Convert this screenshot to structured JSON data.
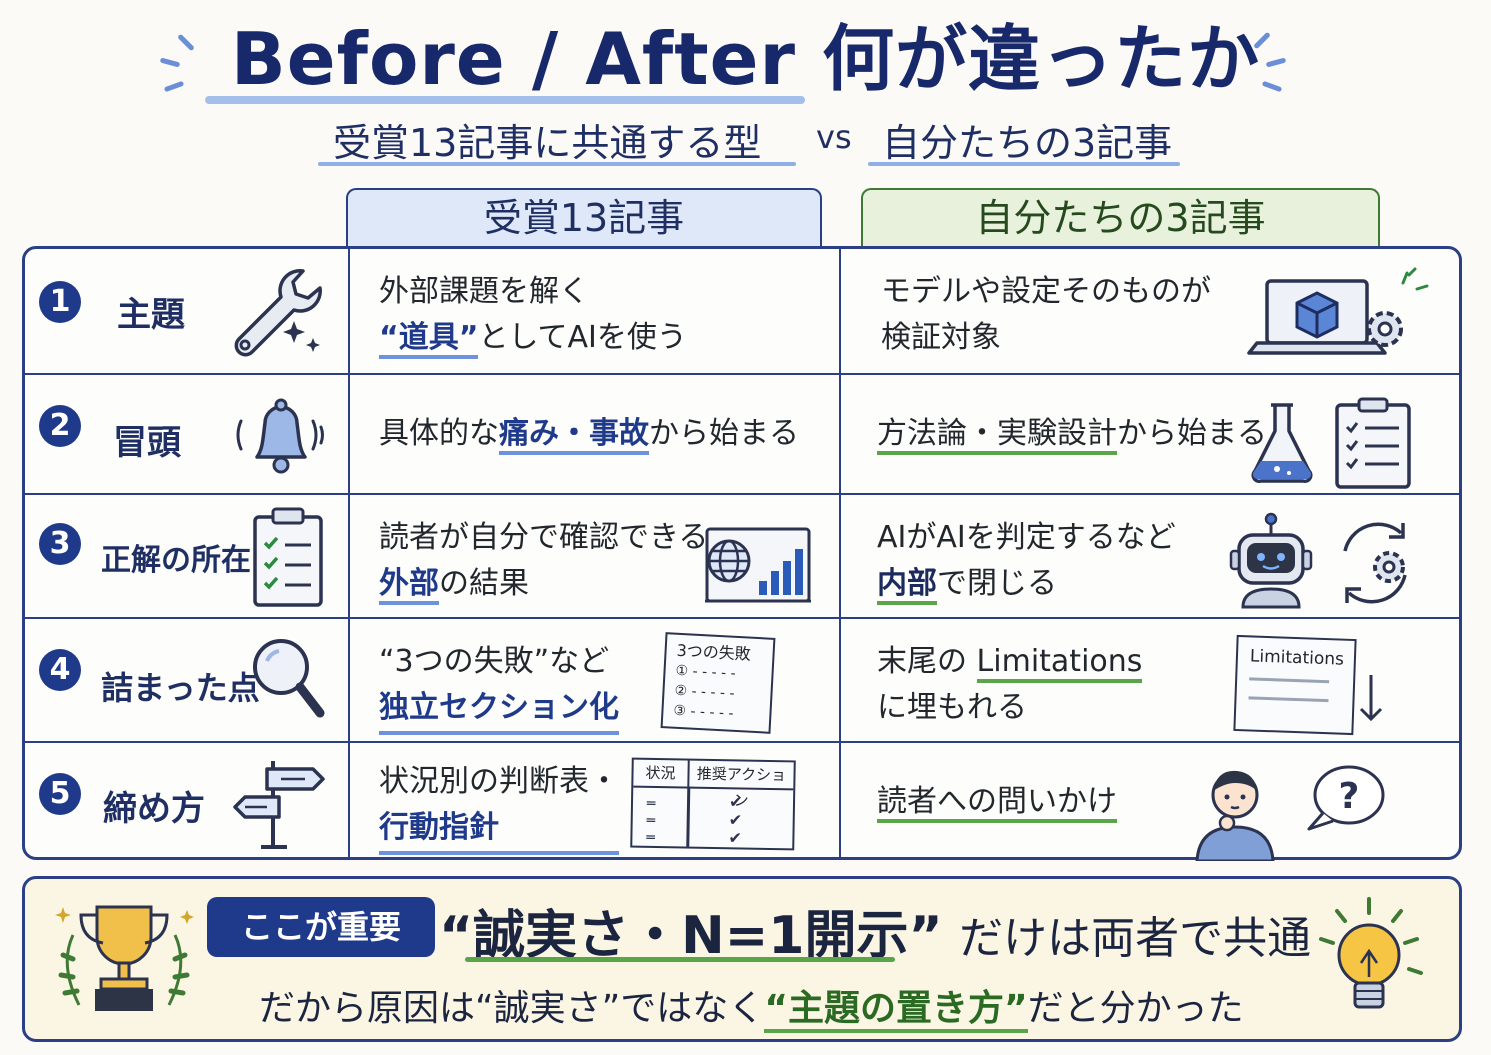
{
  "title": "Before / After 何が違ったか",
  "subtitle": {
    "left": "受賞13記事に共通する型",
    "vs": "vs",
    "right": "自分たちの3記事"
  },
  "columns": {
    "left": "受賞13記事",
    "right": "自分たちの3記事"
  },
  "rows": [
    {
      "number": "1",
      "label": "主題",
      "left_line1": "外部課題を解く",
      "left_line2_quote": "“道具”",
      "left_line2_rest": "としてAIを使う",
      "right_line1": "モデルや設定そのものが",
      "right_line2": "検証対象"
    },
    {
      "number": "2",
      "label": "冒頭",
      "left_pre": "具体的な",
      "left_hl": "痛み・事故",
      "left_post": "から始まる",
      "right_hl": "方法論・実験設計",
      "right_post": "から始まる"
    },
    {
      "number": "3",
      "label": "正解の所在",
      "left_line1": "読者が自分で確認できる",
      "left_hl": "外部",
      "left_post": "の結果",
      "right_line1": "AIがAIを判定するなど",
      "right_hl": "内部",
      "right_post": "で閉じる"
    },
    {
      "number": "4",
      "label": "詰まった点",
      "left_line1": "“3つの失敗”など",
      "left_line2": "独立セクション化",
      "left_card_title": "3つの失敗",
      "left_card_items": [
        "①",
        "②",
        "③"
      ],
      "right_line1_pre": "末尾の",
      "right_line1_hl": "Limitations",
      "right_line2": "に埋もれる",
      "right_card_title": "Limitations"
    },
    {
      "number": "5",
      "label": "締め方",
      "left_line1": "状況別の判断表・",
      "left_line2": "行動指針",
      "left_table_headers": [
        "状況",
        "推奨アクション"
      ],
      "right_line1": "読者への問いかけ",
      "right_bubble": "?"
    }
  ],
  "bottom": {
    "badge": "ここが重要",
    "key_quote": "“誠実さ・N=1開示”",
    "key_rest": "だけは両者で共通",
    "conclusion_pre": "だから原因は“誠実さ”ではなく",
    "conclusion_hl": "“主題の置き方”",
    "conclusion_post": "だと分かった"
  },
  "colors": {
    "navy": "#1f3a8a",
    "blue_header": "#dfe8f8",
    "green_header": "#e7f1dc",
    "green_accent": "#5aa44a",
    "bottom_bg": "#fbf6e4"
  }
}
